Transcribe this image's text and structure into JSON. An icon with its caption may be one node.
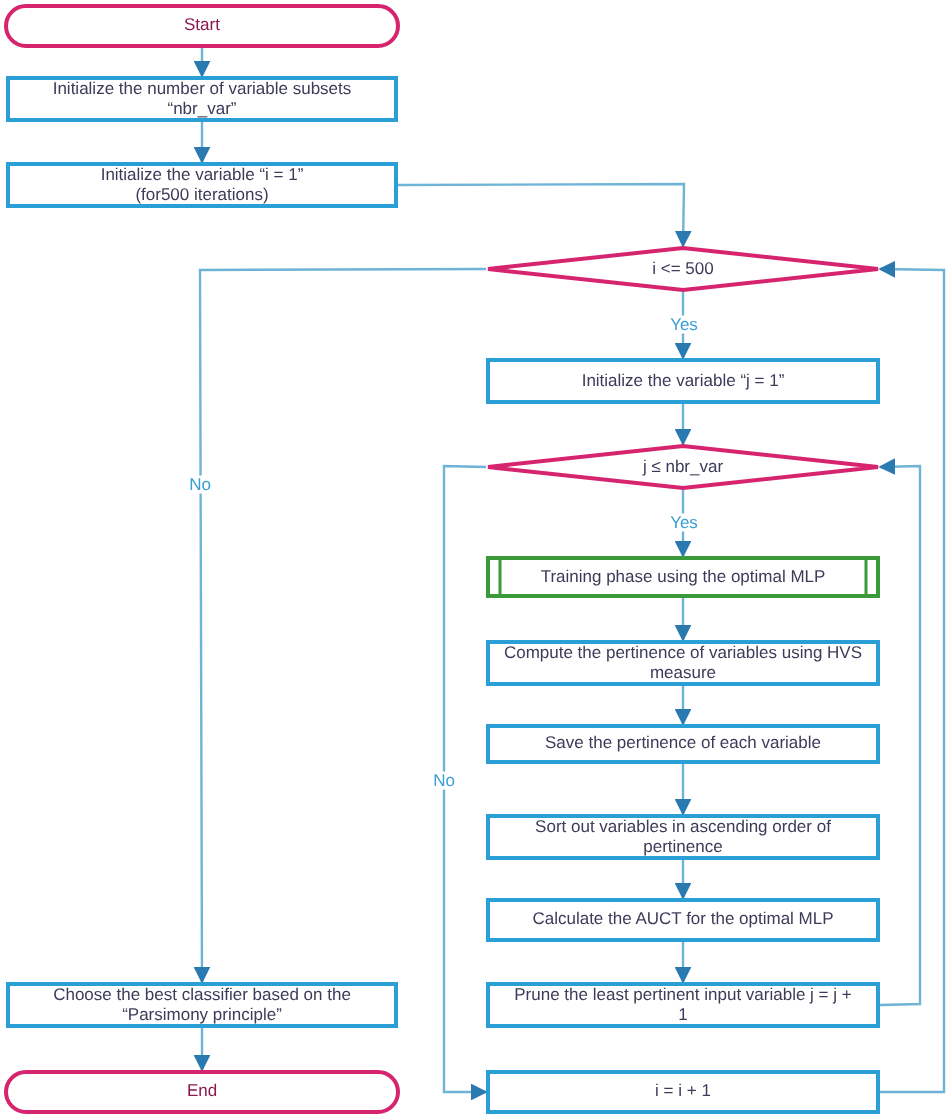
{
  "diagram": {
    "nodes": [
      {
        "text": [
          "Start"
        ]
      },
      {
        "text": [
          "Initialize the number of variable subsets “nbr_var”"
        ]
      },
      {
        "text": [
          "Initialize the variable “i = 1” (for500 iterations)"
        ]
      },
      {
        "text": [
          "i <= 500"
        ]
      },
      {
        "text": [
          "Initialize the variable “j = 1”"
        ]
      },
      {
        "text": [
          "j ≤ nbr_var"
        ]
      },
      {
        "text": [
          "Training phase using the optimal MLP"
        ]
      },
      {
        "text": [
          "Compute the pertinence of variables using HVS measure"
        ]
      },
      {
        "text": [
          "Save the pertinence of each variable"
        ]
      },
      {
        "text": [
          "Sort out variables in ascending order of pertinence"
        ]
      },
      {
        "text": [
          "Calculate the AUCT for the optimal MLP"
        ]
      },
      {
        "text": [
          "Prune the least pertinent input variable j = j + 1"
        ]
      },
      {
        "text": [
          "i = i + 1"
        ]
      },
      {
        "text": [
          "Choose the best classifier based on the “Parsimony principle”"
        ]
      },
      {
        "text": [
          "End"
        ]
      }
    ],
    "edges": [
      {
        "from": 0,
        "to": 1,
        "arrow": "to"
      },
      {
        "from": 1,
        "to": 2,
        "arrow": "to"
      },
      {
        "from": 2,
        "to": 3,
        "arrow": "to"
      },
      {
        "from": 3,
        "to": 4,
        "arrow": "to",
        "label": "Yes"
      },
      {
        "from": 3,
        "to": 13,
        "arrow": "to",
        "label": "No"
      },
      {
        "from": 4,
        "to": 5,
        "arrow": "to"
      },
      {
        "from": 5,
        "to": 6,
        "arrow": "to",
        "label": "Yes"
      },
      {
        "from": 6,
        "to": 7,
        "arrow": "to"
      },
      {
        "from": 7,
        "to": 8,
        "arrow": "to"
      },
      {
        "from": 8,
        "to": 9,
        "arrow": "to"
      },
      {
        "from": 9,
        "to": 10,
        "arrow": "to"
      },
      {
        "from": 10,
        "to": 11,
        "arrow": "to"
      },
      {
        "from": 11,
        "to": 5,
        "arrow": "to"
      },
      {
        "from": 5,
        "to": 12,
        "arrow": "to",
        "label": "No"
      },
      {
        "from": 12,
        "to": 3,
        "arrow": "to"
      },
      {
        "from": 13,
        "to": 14,
        "arrow": "to"
      }
    ]
  }
}
